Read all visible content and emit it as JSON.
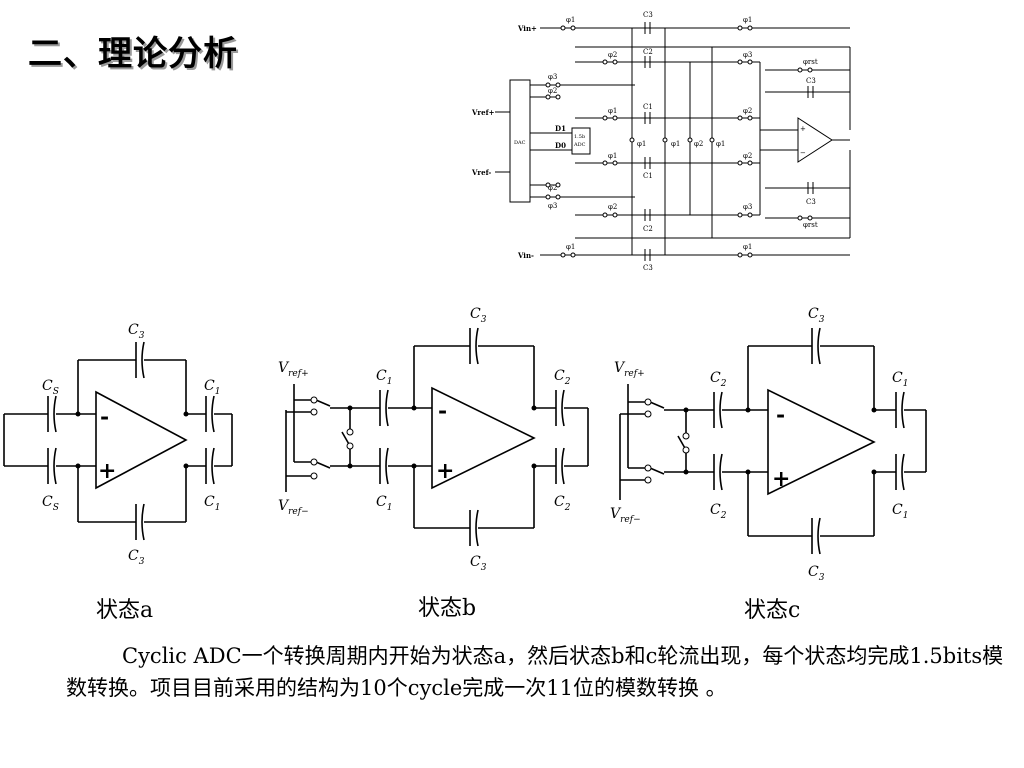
{
  "heading": "二、理论分析",
  "top_schematic": {
    "inputs": {
      "vin_plus": "Vin+",
      "vin_minus": "Vin-",
      "vref_plus": "Vref+",
      "vref_minus": "Vref-"
    },
    "dac_label": "DAC",
    "adc_label_line1": "1.5b",
    "adc_label_line2": "ADC",
    "d1": "D1",
    "d0": "D0",
    "phi1": "φ1",
    "phi2": "φ2",
    "phi3": "φ3",
    "phi_rst": "φrst",
    "c1": "C1",
    "c2": "C2",
    "c3": "C3",
    "plus": "+",
    "minus": "−"
  },
  "diagram_a": {
    "cs": "C",
    "cs_sub": "S",
    "c1": "C",
    "c1_sub": "1",
    "c3": "C",
    "c3_sub": "3",
    "minus": "-",
    "plus": "+"
  },
  "diagram_b": {
    "vref_plus": "V",
    "vref_plus_sub": "ref+",
    "vref_minus": "V",
    "vref_minus_sub": "ref−",
    "c1": "C",
    "c1_sub": "1",
    "c2": "C",
    "c2_sub": "2",
    "c3": "C",
    "c3_sub": "3",
    "minus": "-",
    "plus": "+"
  },
  "diagram_c": {
    "vref_plus": "V",
    "vref_plus_sub": "ref+",
    "vref_minus": "V",
    "vref_minus_sub": "ref−",
    "c1": "C",
    "c1_sub": "1",
    "c2": "C",
    "c2_sub": "2",
    "c3": "C",
    "c3_sub": "3",
    "minus": "-",
    "plus": "+"
  },
  "captions": {
    "a": "状态a",
    "b": "状态b",
    "c": "状态c"
  },
  "paragraph": "Cyclic ADC一个转换周期内开始为状态a，然后状态b和c轮流出现，每个状态均完成1.5bits模数转换。项目目前采用的结构为10个cycle完成一次11位的模数转换 。"
}
